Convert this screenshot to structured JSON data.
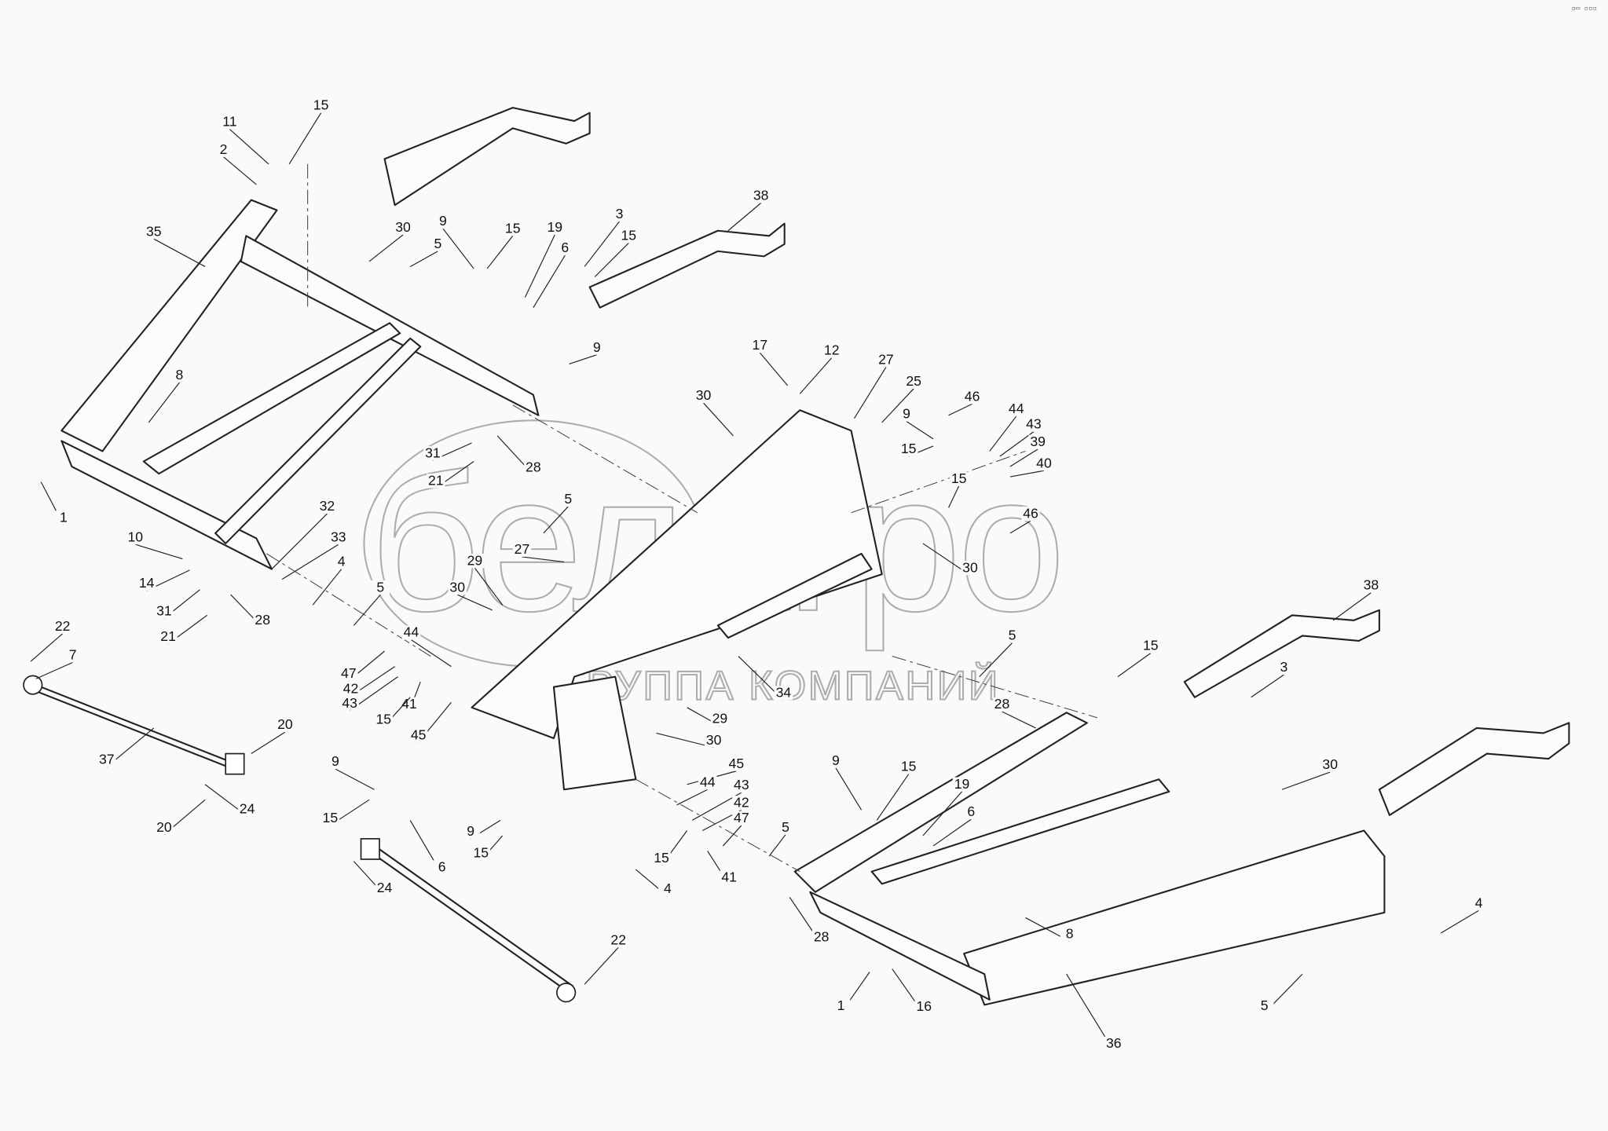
{
  "corner_marks": "▫▭ ▫▫▫",
  "watermark": {
    "brand": "белагро",
    "subtitle": "ГРУППА КОМПАНИЙ"
  },
  "callouts": [
    "11",
    "15",
    "2",
    "35",
    "30",
    "5",
    "9",
    "15",
    "19",
    "6",
    "3",
    "15",
    "38",
    "9",
    "8",
    "1",
    "17",
    "12",
    "27",
    "25",
    "30",
    "9",
    "46",
    "15",
    "44",
    "43",
    "39",
    "40",
    "15",
    "31",
    "21",
    "28",
    "5",
    "46",
    "27",
    "30",
    "32",
    "33",
    "4",
    "10",
    "14",
    "31",
    "28",
    "21",
    "5",
    "29",
    "30",
    "44",
    "47",
    "42",
    "43",
    "41",
    "15",
    "45",
    "22",
    "7",
    "37",
    "20",
    "24",
    "20",
    "34",
    "5",
    "38",
    "15",
    "3",
    "28",
    "29",
    "30",
    "45",
    "44",
    "43",
    "42",
    "47",
    "9",
    "15",
    "6",
    "9",
    "15",
    "15",
    "41",
    "5",
    "4",
    "24",
    "22",
    "9",
    "15",
    "19",
    "6",
    "30",
    "8",
    "28",
    "1",
    "16",
    "4",
    "5",
    "36"
  ]
}
